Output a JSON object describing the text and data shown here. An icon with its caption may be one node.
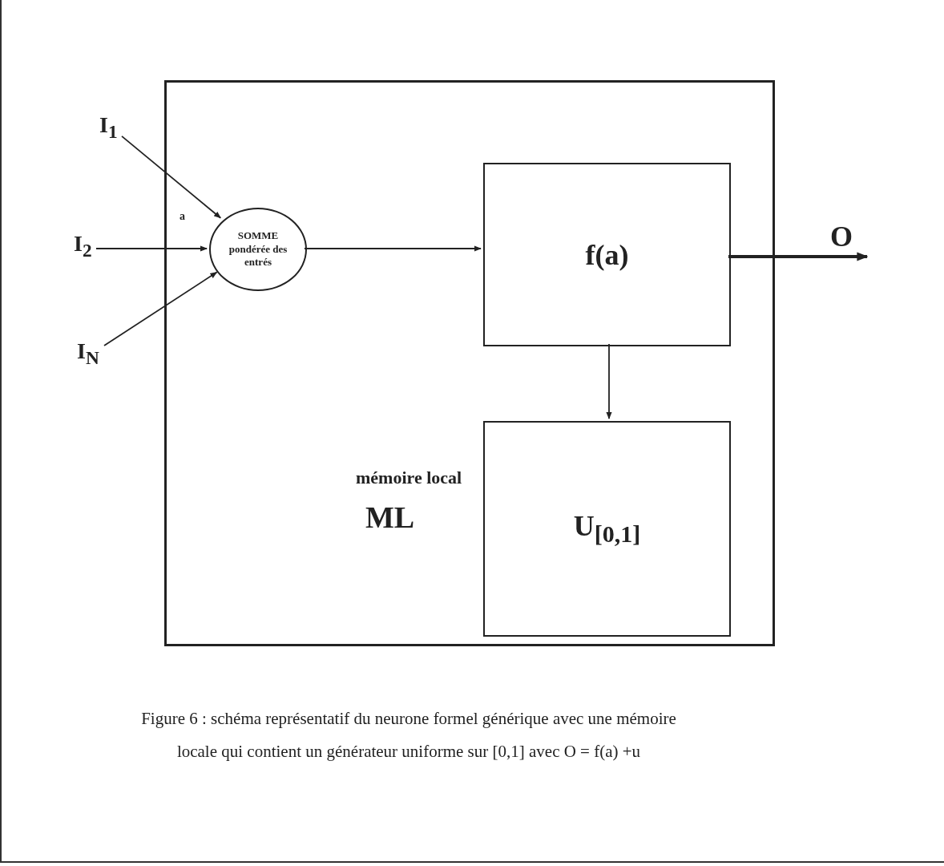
{
  "diagram": {
    "caption": "Figure 6 : schéma représentatif du neurone formel générique avec une mémoire locale qui contient un générateur uniforme sur [0,1] avec O = f(a) +u",
    "nodes": [
      {
        "text": [
          "mémoire local",
          "ML"
        ]
      },
      {
        "text": [
          "I$_{1}$"
        ]
      },
      {
        "text": [
          "I$_{2}$"
        ]
      },
      {
        "text": [
          "I$_{N}$"
        ]
      },
      {
        "text": [
          "SOMME pondérée des entrés"
        ],
        "in": 0
      },
      {
        "text": [
          "f(a)"
        ],
        "in": 0
      },
      {
        "text": [
          "U$_{[0,1]}$"
        ],
        "in": 0
      }
    ],
    "edges": [
      {
        "from": 1,
        "to": 4,
        "arrow": "to"
      },
      {
        "from": 2,
        "to": 4,
        "arrow": "to"
      },
      {
        "from": 3,
        "to": 4,
        "arrow": "to"
      },
      {
        "from": 4,
        "to": 5,
        "arrow": "to"
      },
      {
        "from": 5,
        "to": 6,
        "arrow": "to"
      },
      {
        "from": 5,
        "to": null,
        "arrow": "to",
        "label": "O",
        "style": "thick"
      }
    ],
    "labels": [
      "a"
    ]
  }
}
